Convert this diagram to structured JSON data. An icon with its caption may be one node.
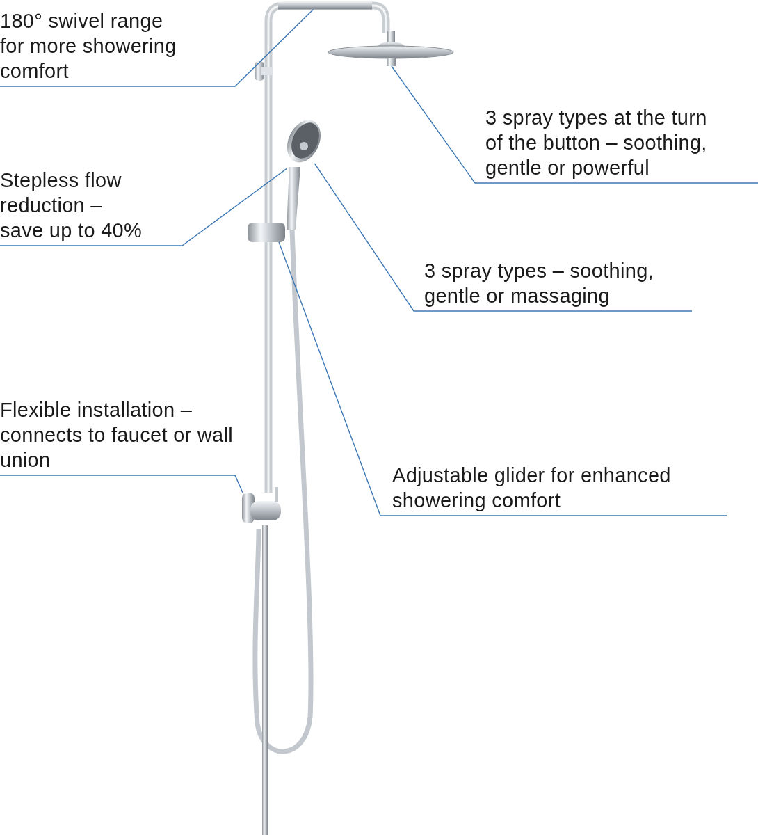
{
  "diagram": {
    "nodes": [
      {
        "text": [
          "180° swivel range for more showering comfort"
        ]
      },
      {
        "text": [
          "3 spray types at the turn of the button – soothing, gentle or powerful"
        ]
      },
      {
        "text": [
          "Stepless flow reduction – save up to 40%"
        ]
      },
      {
        "text": [
          "3 spray types – soothing, gentle or massaging"
        ]
      },
      {
        "text": [
          "Flexible installation – connects to faucet or wall union"
        ]
      },
      {
        "text": [
          "Adjustable glider for enhanced showering comfort"
        ]
      },
      {
        "text": [],
        "shape": "picture"
      },
      {
        "text": [],
        "shape": "picture"
      },
      {
        "text": [],
        "shape": "picture"
      },
      {
        "text": [],
        "shape": "picture"
      },
      {
        "text": [],
        "shape": "picture"
      },
      {
        "text": [],
        "shape": "picture"
      }
    ],
    "edges": [
      {
        "from": 0,
        "to": 6,
        "arrow": "none"
      },
      {
        "from": 1,
        "to": 7,
        "arrow": "none"
      },
      {
        "from": 2,
        "to": 8,
        "arrow": "none"
      },
      {
        "from": 3,
        "to": 9,
        "arrow": "none"
      },
      {
        "from": 4,
        "to": 11,
        "arrow": "none"
      },
      {
        "from": 5,
        "to": 10,
        "arrow": "none"
      }
    ]
  }
}
